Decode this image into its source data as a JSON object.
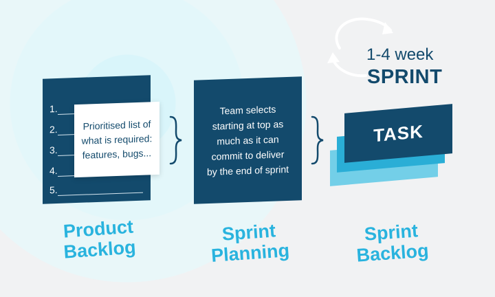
{
  "product_backlog": {
    "list_numbers": [
      "1.",
      "2.",
      "3.",
      "4.",
      "5."
    ],
    "note_lines": [
      "Prioritised list of",
      "what is required:",
      "features, bugs..."
    ],
    "label_lines": [
      "Product",
      "Backlog"
    ]
  },
  "sprint_planning": {
    "card_lines": [
      "Team selects",
      "starting at top as",
      "much as it can",
      "commit to deliver",
      "by the end of sprint"
    ],
    "label_lines": [
      "Sprint",
      "Planning"
    ]
  },
  "sprint_backlog": {
    "task": "TASK",
    "duration": "1-4 week",
    "sprint": "SPRINT",
    "label_lines": [
      "Sprint",
      "Backlog"
    ]
  },
  "colors": {
    "navy": "#134a6c",
    "accent": "#29b3de",
    "mid_blue": "#2aaed6",
    "light_blue": "#73cfe8"
  },
  "icons": [
    "cycle-arrows-icon",
    "curly-brace-icon"
  ]
}
